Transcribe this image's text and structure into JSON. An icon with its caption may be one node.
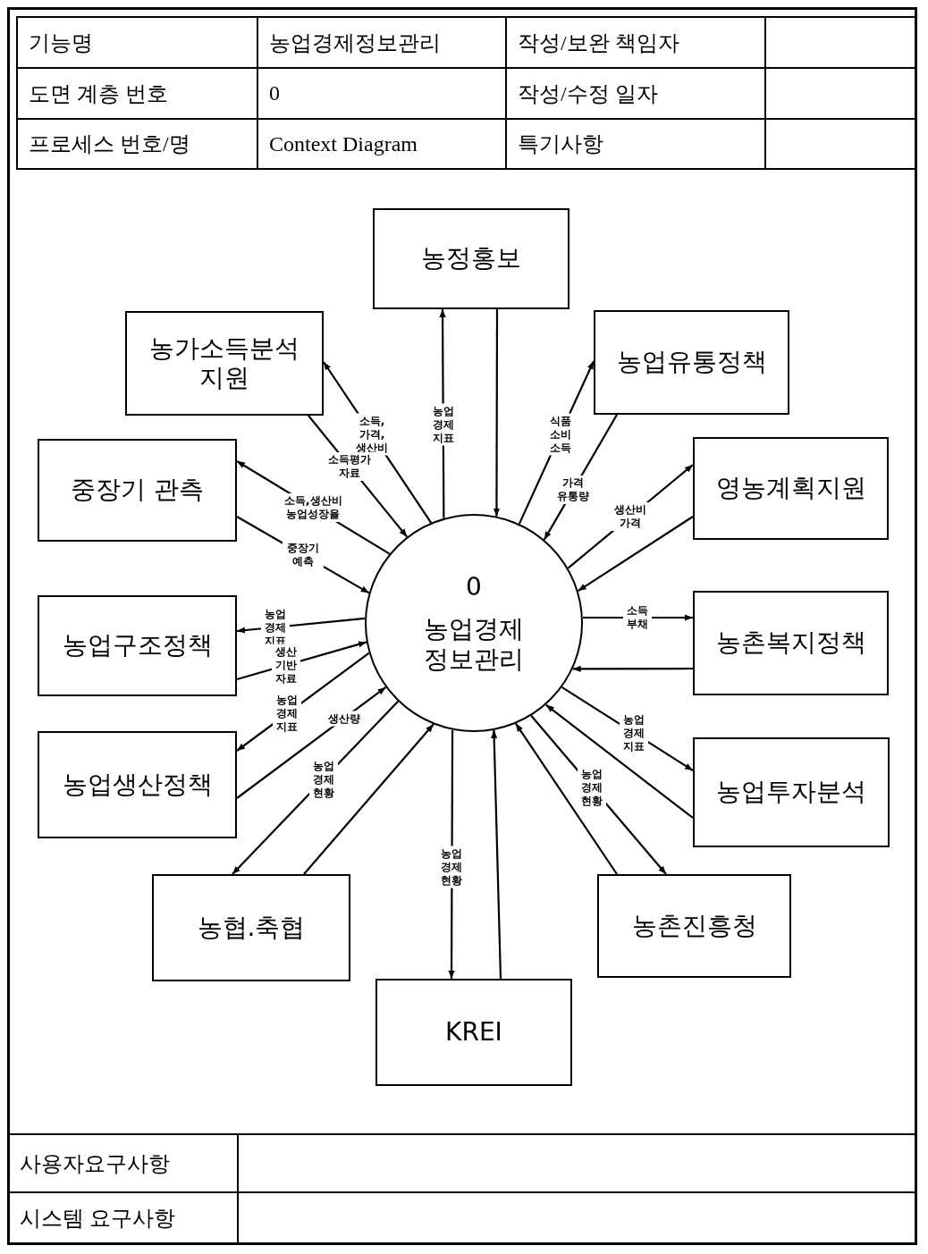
{
  "diagram": {
    "nodes": [
      {
        "text": [
          "농정홍보"
        ]
      },
      {
        "text": [
          "농가소득분석 지원"
        ]
      },
      {
        "text": [
          "농업유통정책"
        ]
      },
      {
        "text": [
          "중장기 관측"
        ]
      },
      {
        "text": [
          "영농계획지원"
        ]
      },
      {
        "text": [
          "0",
          "농업경제 정보관리"
        ]
      },
      {
        "text": [
          "농업구조정책"
        ]
      },
      {
        "text": [
          "농촌복지정책"
        ]
      },
      {
        "text": [
          "농업생산정책"
        ]
      },
      {
        "text": [
          "농업투자분석"
        ]
      },
      {
        "text": [
          "농협.축협"
        ]
      },
      {
        "text": [
          "농촌진흥청"
        ]
      },
      {
        "text": [
          "KREI"
        ]
      }
    ],
    "edges": [
      {
        "from": 5,
        "to": 0,
        "arrow": "to",
        "label": "농업 경제 지표"
      },
      {
        "from": 0,
        "to": 5,
        "arrow": "to"
      },
      {
        "from": 5,
        "to": 1,
        "arrow": "to",
        "label": "소득, 가격, 생산비"
      },
      {
        "from": 1,
        "to": 5,
        "arrow": "to",
        "label": "소득평가 자료"
      },
      {
        "from": 5,
        "to": 3,
        "arrow": "to",
        "label": "소득,생산비 농업성장율"
      },
      {
        "from": 3,
        "to": 5,
        "arrow": "to",
        "label": "중장기 예측"
      },
      {
        "from": 5,
        "to": 2,
        "arrow": "to",
        "label": "식품 소비 소득"
      },
      {
        "from": 2,
        "to": 5,
        "arrow": "to",
        "label": "가격 유통량"
      },
      {
        "from": 5,
        "to": 4,
        "arrow": "to",
        "label": "생산비 가격"
      },
      {
        "from": 4,
        "to": 5,
        "arrow": "to"
      },
      {
        "from": 5,
        "to": 6,
        "arrow": "to",
        "label": "농업 경제 지표"
      },
      {
        "from": 6,
        "to": 5,
        "arrow": "to",
        "label": "생산 기반 자료"
      },
      {
        "from": 5,
        "to": 7,
        "arrow": "to",
        "label": "소득 부채"
      },
      {
        "from": 7,
        "to": 5,
        "arrow": "to"
      },
      {
        "from": 5,
        "to": 8,
        "arrow": "to",
        "label": "농업 경제 지표"
      },
      {
        "from": 8,
        "to": 5,
        "arrow": "to",
        "label": "생산량"
      },
      {
        "from": 5,
        "to": 9,
        "arrow": "to",
        "label": "농업 경제 지표"
      },
      {
        "from": 9,
        "to": 5,
        "arrow": "to"
      },
      {
        "from": 5,
        "to": 10,
        "arrow": "to",
        "label": "농업 경제 현황"
      },
      {
        "from": 10,
        "to": 5,
        "arrow": "to"
      },
      {
        "from": 5,
        "to": 11,
        "arrow": "to",
        "label": "농업 경제 현황"
      },
      {
        "from": 11,
        "to": 5,
        "arrow": "to"
      },
      {
        "from": 5,
        "to": 12,
        "arrow": "to",
        "label": "농업 경제 현황"
      },
      {
        "from": 12,
        "to": 5,
        "arrow": "to"
      }
    ],
    "labels": [
      "기능명",
      "농업경제정보관리",
      "작성/보완 책임자",
      "도면 계층 번호",
      "0",
      "작성/수정 일자",
      "프로세스 번호/명",
      "Context Diagram",
      "특기사항",
      "사용자요구사항",
      "시스템 요구사항"
    ]
  }
}
